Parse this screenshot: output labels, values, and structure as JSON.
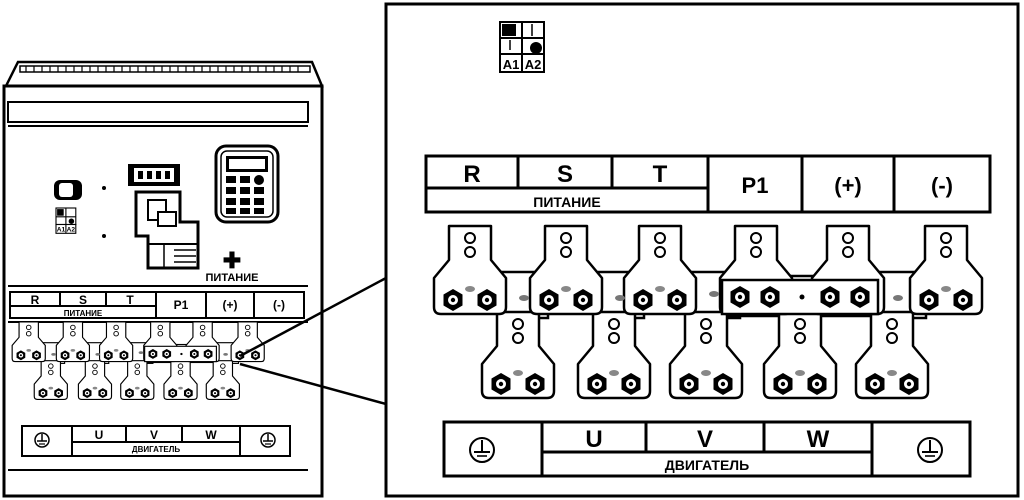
{
  "top_labels": {
    "r": "R",
    "s": "S",
    "t": "T",
    "p1": "P1",
    "plus": "(+)",
    "minus": "(-)",
    "power_caption": "ПИТАНИЕ"
  },
  "bottom_labels": {
    "u": "U",
    "v": "V",
    "w": "W",
    "motor_caption": "ДВИГАТЕЛЬ"
  },
  "jumper_labels": {
    "a1": "A1",
    "a2": "A2"
  },
  "device": {
    "power_label": "ПИТАНИЕ",
    "plus_sign": "✚"
  },
  "icons": [
    "ground-icon",
    "jumper-icon",
    "keypad-icon",
    "terminal-lug-icon"
  ]
}
